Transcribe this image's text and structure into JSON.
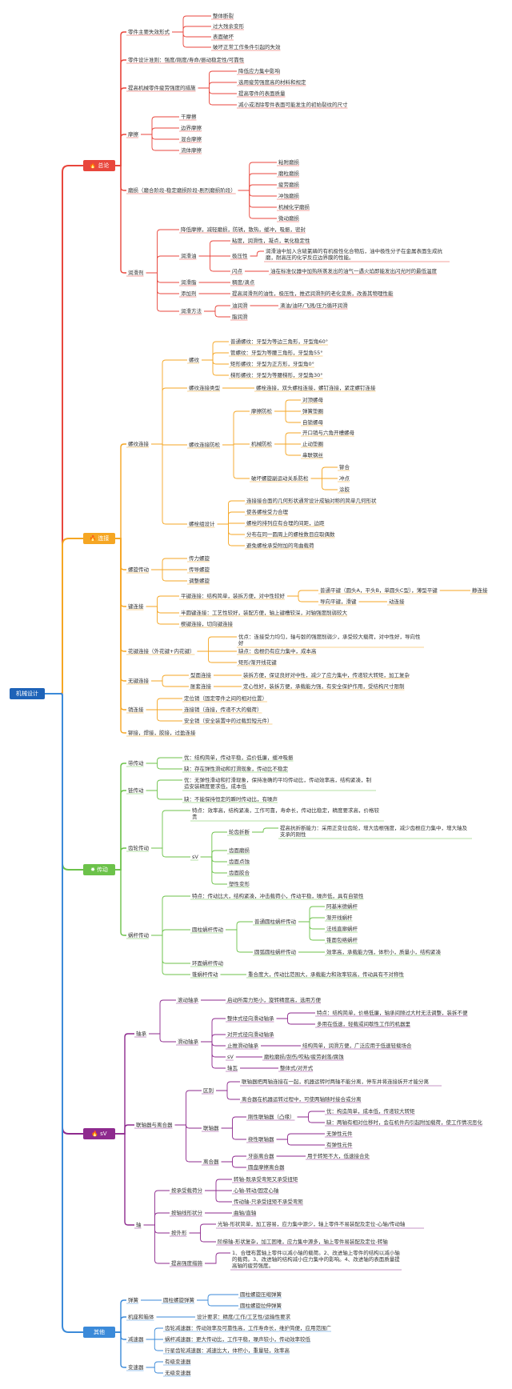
{
  "root": "机械设计",
  "colors": {
    "root": "#1e63b8",
    "overview": "#e8463c",
    "connection": "#f5a623",
    "transmission": "#6cc24a",
    "shafting": "#8e2a8e",
    "other": "#3b8ad9"
  },
  "categories": {
    "overview": {
      "icon": "fire-icon",
      "label": "总论"
    },
    "connection": {
      "icon": "fire-icon",
      "label": "连接"
    },
    "transmission": {
      "icon": "star-icon",
      "label": "传动"
    },
    "shafting": {
      "icon": "fire-icon",
      "label": "sV"
    },
    "other": {
      "icon": "",
      "label": "其他"
    }
  },
  "n": {
    "o1": "零件主要失效形式",
    "o1a": "整体断裂",
    "o1b": "过大残余变形",
    "o1c": "表面破坏",
    "o1d": "破坏正常工作条件引起的失效",
    "o2": "零件设计准则：强度/刚度/寿命/振动稳定性/可靠性",
    "o3": "提高机械零件疲劳强度的措施",
    "o3a": "降低应力集中影响",
    "o3b": "选用疲劳强度高的材料和规定",
    "o3c": "提高零件的表面质量",
    "o3d": "减小或消除零件表面可能发生的初始裂纹的尺寸",
    "o4": "摩擦",
    "o4a": "干摩擦",
    "o4b": "边界摩擦",
    "o4c": "混合摩擦",
    "o4d": "流体摩擦",
    "o5": "磨损（磨合阶段-稳定磨损阶段-剧烈磨损阶段）",
    "o5a": "粘附磨损",
    "o5b": "磨粒磨损",
    "o5c": "疲劳磨损",
    "o5d": "冲蚀磨损",
    "o5e": "机械化学磨损",
    "o5f": "微动磨损",
    "o6": "润滑剂",
    "o6a": "降低摩擦，减轻磨损，防锈，散热，缓冲，吸振，密封",
    "o6b": "润滑油",
    "o6b1": "粘度，润滑性，凝点，氧化稳定性",
    "o6b2": "极压性",
    "o6b2a": "润滑油中加入含硫氯磷的有机极性化合物后，油中极性分子在金属表面生成抗磨，耐高压的化学反应边界膜的性能。",
    "o6b3": "闪点",
    "o6b3a": "油在标准仪器中加热所蒸发出的油气一遇火焰即能发出闪光时的最低温度",
    "o6c": "润滑脂",
    "o6c1": "稠度/滴点",
    "o6d": "添加剂",
    "o6d1": "提高润滑剂的油性，极压性，推迟润滑剂的老化变质，改善其物理性能",
    "o6e": "润滑方法",
    "o6e1": "油润滑",
    "o6e1a": "滴油/油环/飞溅/压力循环润滑",
    "o6e2": "脂润滑",
    "c1": "螺纹连接",
    "c1a": "螺纹",
    "c1a1": "普通螺纹：牙型为等边三角形，牙型角60°",
    "c1a2": "管螺纹：牙型为等腰三角形，牙型角55°",
    "c1a3": "矩形螺纹：牙型为正方形，牙型角0°",
    "c1a4": "梯形螺纹：牙型为等腰梯形，牙型角30°",
    "c1b": "螺纹连接类型",
    "c1b1": "螺栓连接，双头螺柱连接，螺钉连接，紧定螺钉连接",
    "c1c": "螺纹连接防松",
    "c1c1": "摩擦防松",
    "c1c1a": "对顶螺母",
    "c1c1b": "弹簧垫圈",
    "c1c1c": "自锁螺母",
    "c1c2": "机械防松",
    "c1c2a": "开口销与六角开槽螺母",
    "c1c2b": "止动垫圈",
    "c1c2c": "串联钢丝",
    "c1c3": "破坏螺旋副运动关系防松",
    "c1c3a": "铆合",
    "c1c3b": "冲点",
    "c1c3c": "涂胶",
    "c1d": "螺栓组设计",
    "c1d1": "连接接合面的几何形状通常设计成轴对称的简单几何形状",
    "c1d2": "使各螺栓受力合理",
    "c1d3": "螺栓的排列应有合理的间距，边距",
    "c1d4": "分布在同一圆周上的螺栓数目应取偶数",
    "c1d5": "避免螺栓承受附加的弯曲载荷",
    "c2": "螺旋传动",
    "c2a": "传力螺旋",
    "c2b": "传导螺旋",
    "c2c": "调整螺旋",
    "c3": "键连接",
    "c3a": "平键连接：结构简单，装拆方便，对中性较好",
    "c3a1": "普通平键（圆头A，平头B，单圆头C型），薄型平键",
    "c3a1x": "静连接",
    "c3a2": "导向平键，滑键",
    "c3a2x": "动连接",
    "c3b": "半圆键连接：工艺性较好，装配方便，轴上键槽较深，对轴强度削弱较大",
    "c3c": "楔键连接，切向键连接",
    "c4": "花键连接（外花键+内花键）",
    "c4a": "优点：连接受力均匀，轴与毂的强度削弱少，承受较大载荷，对中性好，导向性好",
    "c4b": "缺点：齿根仍有应力集中，成本高",
    "c4c": "矩形/渐开线花键",
    "c5": "无键连接",
    "c5a": "型面连接",
    "c5a1": "装拆方便，保证良好对中性，减少了应力集中，传递较大转矩，加工复杂",
    "c5b": "胀套连接",
    "c5b1": "定心性好，装拆方便，承载能力强，有安全保护作用，受结构尺寸限制",
    "c6": "销连接",
    "c6a": "定位销（固定零件之间的相对位置）",
    "c6b": "连接销（连接，传递不大的载荷）",
    "c6c": "安全销（安全装置中的过载剪短元件）",
    "c7": "铆接，焊接，胶接，过盈连接",
    "t1": "带传动",
    "t1a": "优：结构简单，传动平稳，造价低廉，缓冲吸振",
    "t1b": "缺：存在弹性滑动和打滑现象，传动比不稳定",
    "t2": "链传动",
    "t2a": "优：无弹性滑动和打滑现象，保持准确的平均传动比，传动效率高，结构紧凑，制造安装精度要求低，成本低",
    "t2b": "缺：不能保持恒定的瞬时传动比，有噪声",
    "t3": "齿轮传动",
    "t3a": "特点：效率高，结构紧凑，工作可靠，寿命长，传动比稳定，精度要求高，价格较贵",
    "t3b": "sV",
    "t3b1": "轮齿折断",
    "t3b1a": "提高抗折断能力：采用正变位齿轮，增大齿根强度，减少齿根应力集中，增大轴及支承的刚性",
    "t3b2": "齿面磨损",
    "t3b3": "齿面点蚀",
    "t3b4": "齿面胶合",
    "t3b5": "塑性变形",
    "t4": "蜗杆传动",
    "t4a": "特点：传动比大，结构紧凑，冲击载荷小，传动平稳，噪声低，具有自锁性",
    "t4b": "圆柱蜗杆传动",
    "t4b1": "普通圆柱蜗杆传动",
    "t4b1a": "阿基米德蜗杆",
    "t4b1b": "渐开线蜗杆",
    "t4b1c": "法线直廓蜗杆",
    "t4b1d": "锥面包络蜗杆",
    "t4b2": "圆弧圆柱蜗杆传动",
    "t4b2a": "效率高，承载能力强，体积小，质量小，结构紧凑",
    "t4c": "环面蜗杆传动",
    "t4d": "锥蜗杆传动",
    "t4d1": "重合度大，传动比范围大，承载能力和效率较高，传动具有不对称性",
    "s1": "轴承",
    "s1a": "滚动轴承",
    "s1a1": "启动所需力矩小，旋转精度高，选用方便",
    "s1b": "滑动轴承",
    "s1b1": "整体式径向滑动轴承",
    "s1b1a": "特点：结构简单，价格低廉，轴承间隙过大时无法调整，装拆不便",
    "s1b1b": "多用在低速，轻载或间歇性工作的机器里",
    "s1b2": "对开式径向滑动轴承",
    "s1b3": "止推滑动轴承",
    "s1b3a": "结构简单，润滑方便，广泛应用于低速轻载场合",
    "s1b4": "sV",
    "s1b4a": "磨粒磨损/刮伤/咬粘/疲劳剥落/腐蚀",
    "s1b5": "轴瓦",
    "s1b5a": "整体式/对开式",
    "s2": "联轴器与离合器",
    "s2a": "区别",
    "s2a1": "联轴器把两轴连接在一起，机器运转时两轴不能分离，停车并将连接拆开才能分离",
    "s2a2": "离合器在机器运转过程中，可使两轴随时接合或分离",
    "s2b": "联轴器",
    "s2b1": "刚性联轴器（凸缘）",
    "s2b1a": "优：构造简单，成本低，传递较大转矩",
    "s2b1b": "缺：两轴有相对位移时，会在机件内引起附加载荷，使工作情况恶化",
    "s2b2": "挠性联轴器",
    "s2b2a": "无弹性元件",
    "s2b2b": "有弹性元件",
    "s2c": "离合器",
    "s2c1": "牙嵌离合器",
    "s2c1a": "用于转矩不大，低速接合处",
    "s2c2": "圆盘摩擦离合器",
    "s3": "轴",
    "s3a": "按承受载荷分",
    "s3a1": "转轴-既承受弯矩又承受扭矩",
    "s3a2": "心轴-转动/固定心轴",
    "s3a3": "传动轴-只承受扭矩不承受弯矩",
    "s3b": "按轴线形状分",
    "s3b1": "曲轴/直轴",
    "s3c": "按外形",
    "s3c1": "光轴-形状简单，加工容易，应力集中源少，轴上零件不易装配及定位-心轴/传动轴",
    "s3c2": "阶梯轴-形状复杂，加工困难，应力集中源多，轴上零件易装配及定位-转轴",
    "s3d": "提高强度措施",
    "s3d1": "1、合理布置轴上零件以减小轴的载荷。2、改进轴上零件的结构以减小轴的载荷。3、改进轴的结构减小应力集中的影响。4、改进轴的表面质量提高轴的疲劳强度。",
    "r1": "弹簧",
    "r1a": "圆柱螺旋弹簧",
    "r1a1": "圆柱螺旋压缩弹簧",
    "r1a2": "圆柱螺旋拉伸弹簧",
    "r2": "机座和箱体",
    "r2a": "设计要求：精度/工作/工艺性/运输性要求",
    "r3": "减速器",
    "r3a": "齿轮减速器：传动效率及可靠性高，工作寿命长，维护简便，应用范围广",
    "r3b": "蜗杆减速器：更大传动比，工作平稳，噪声较小，传动效率较低",
    "r3c": "行星齿轮减速器：减速比大，体积小，重量轻，效率高",
    "r4": "变速器",
    "r4a": "有级变速器",
    "r4b": "无级变速器"
  }
}
